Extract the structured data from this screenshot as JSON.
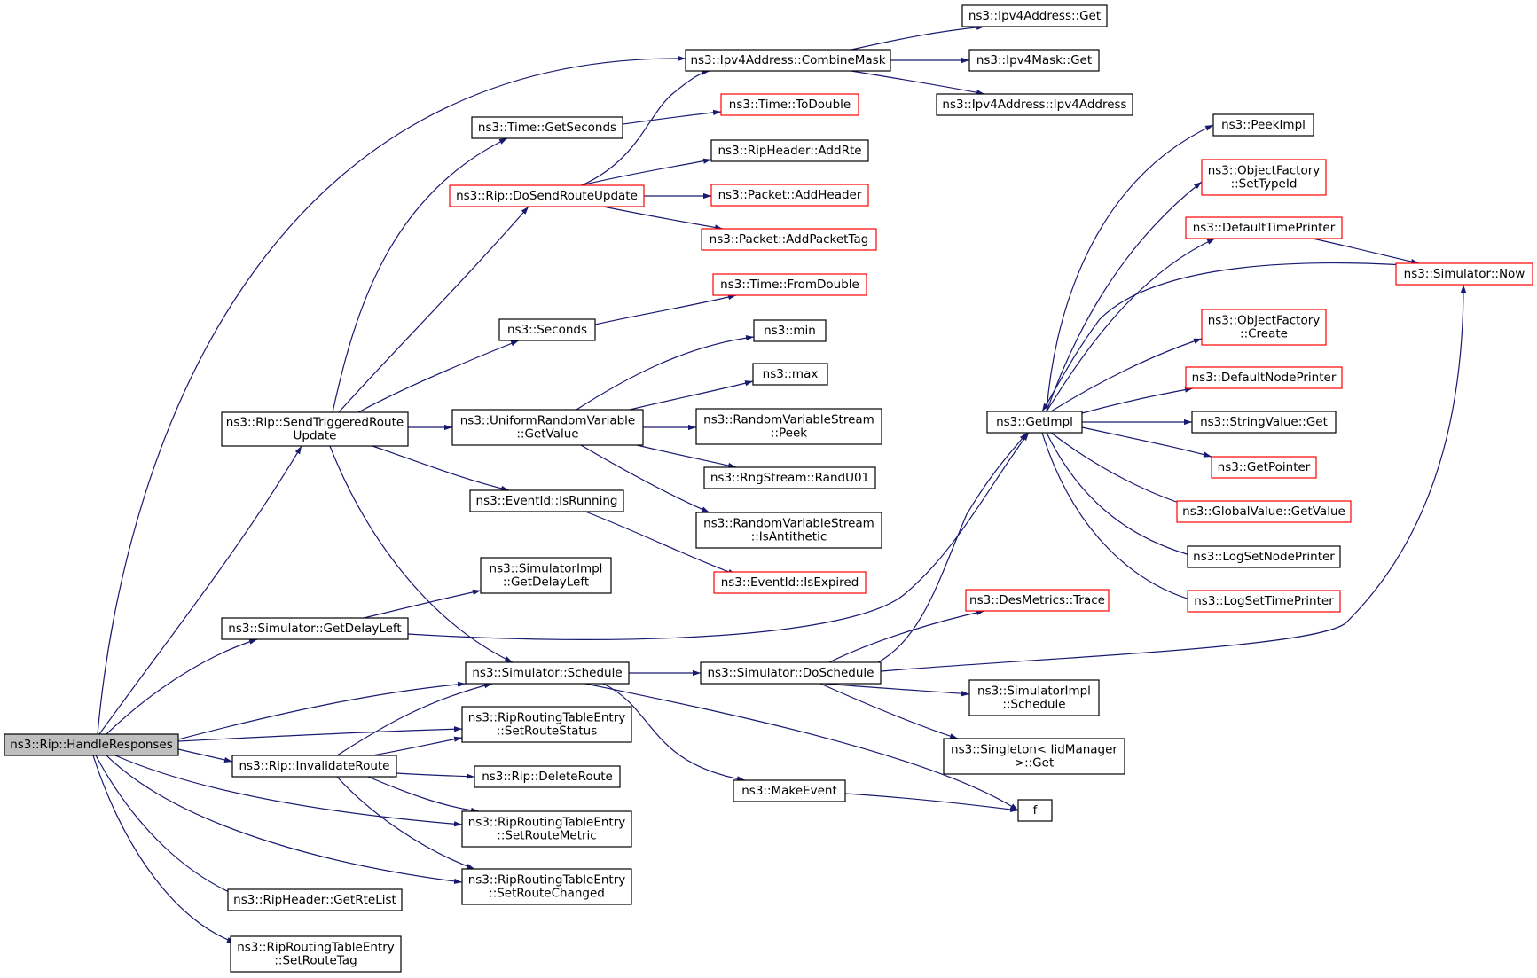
{
  "colors": {
    "edge": "#191970",
    "root_fill": "#bfbfbf",
    "node_border": "#000000",
    "undocumented_node_border": "#ff0000"
  },
  "nodes": [
    {
      "id": "handleResponses",
      "lines": [
        "ns3::Rip::HandleResponses"
      ],
      "style": "root"
    },
    {
      "id": "sendTriggered",
      "lines": [
        "ns3::Rip::SendTriggeredRoute",
        "Update"
      ],
      "style": "normal"
    },
    {
      "id": "simGetDelayLeft",
      "lines": [
        "ns3::Simulator::GetDelayLeft"
      ],
      "style": "normal"
    },
    {
      "id": "invalidateRoute",
      "lines": [
        "ns3::Rip::InvalidateRoute"
      ],
      "style": "normal"
    },
    {
      "id": "getRteList",
      "lines": [
        "ns3::RipHeader::GetRteList"
      ],
      "style": "normal"
    },
    {
      "id": "setRouteTag",
      "lines": [
        "ns3::RipRoutingTableEntry",
        "::SetRouteTag"
      ],
      "style": "normal"
    },
    {
      "id": "timeGetSeconds",
      "lines": [
        "ns3::Time::GetSeconds"
      ],
      "style": "normal"
    },
    {
      "id": "doSendRouteUpdate",
      "lines": [
        "ns3::Rip::DoSendRouteUpdate"
      ],
      "style": "red"
    },
    {
      "id": "seconds",
      "lines": [
        "ns3::Seconds"
      ],
      "style": "normal"
    },
    {
      "id": "uniformGetValue",
      "lines": [
        "ns3::UniformRandomVariable",
        "::GetValue"
      ],
      "style": "normal"
    },
    {
      "id": "eventIsRunning",
      "lines": [
        "ns3::EventId::IsRunning"
      ],
      "style": "normal"
    },
    {
      "id": "simImplGetDelayLeft",
      "lines": [
        "ns3::SimulatorImpl",
        "::GetDelayLeft"
      ],
      "style": "normal"
    },
    {
      "id": "simSchedule",
      "lines": [
        "ns3::Simulator::Schedule"
      ],
      "style": "normal"
    },
    {
      "id": "setRouteStatus",
      "lines": [
        "ns3::RipRoutingTableEntry",
        "::SetRouteStatus"
      ],
      "style": "normal"
    },
    {
      "id": "deleteRoute",
      "lines": [
        "ns3::Rip::DeleteRoute"
      ],
      "style": "normal"
    },
    {
      "id": "setRouteMetric",
      "lines": [
        "ns3::RipRoutingTableEntry",
        "::SetRouteMetric"
      ],
      "style": "normal"
    },
    {
      "id": "setRouteChanged",
      "lines": [
        "ns3::RipRoutingTableEntry",
        "::SetRouteChanged"
      ],
      "style": "normal"
    },
    {
      "id": "combineMask",
      "lines": [
        "ns3::Ipv4Address::CombineMask"
      ],
      "style": "normal"
    },
    {
      "id": "timeToDouble",
      "lines": [
        "ns3::Time::ToDouble"
      ],
      "style": "red"
    },
    {
      "id": "addRte",
      "lines": [
        "ns3::RipHeader::AddRte"
      ],
      "style": "normal"
    },
    {
      "id": "addHeader",
      "lines": [
        "ns3::Packet::AddHeader"
      ],
      "style": "red"
    },
    {
      "id": "addPacketTag",
      "lines": [
        "ns3::Packet::AddPacketTag"
      ],
      "style": "red"
    },
    {
      "id": "fromDouble",
      "lines": [
        "ns3::Time::FromDouble"
      ],
      "style": "red"
    },
    {
      "id": "min",
      "lines": [
        "ns3::min"
      ],
      "style": "normal"
    },
    {
      "id": "max",
      "lines": [
        "ns3::max"
      ],
      "style": "normal"
    },
    {
      "id": "rvsPeek",
      "lines": [
        "ns3::RandomVariableStream",
        "::Peek"
      ],
      "style": "normal"
    },
    {
      "id": "randU01",
      "lines": [
        "ns3::RngStream::RandU01"
      ],
      "style": "normal"
    },
    {
      "id": "isAntithetic",
      "lines": [
        "ns3::RandomVariableStream",
        "::IsAntithetic"
      ],
      "style": "normal"
    },
    {
      "id": "isExpired",
      "lines": [
        "ns3::EventId::IsExpired"
      ],
      "style": "red"
    },
    {
      "id": "doSchedule",
      "lines": [
        "ns3::Simulator::DoSchedule"
      ],
      "style": "normal"
    },
    {
      "id": "makeEvent",
      "lines": [
        "ns3::MakeEvent"
      ],
      "style": "normal"
    },
    {
      "id": "ipv4AddrGet",
      "lines": [
        "ns3::Ipv4Address::Get"
      ],
      "style": "normal"
    },
    {
      "id": "ipv4MaskGet",
      "lines": [
        "ns3::Ipv4Mask::Get"
      ],
      "style": "normal"
    },
    {
      "id": "ipv4AddrCtor",
      "lines": [
        "ns3::Ipv4Address::Ipv4Address"
      ],
      "style": "normal"
    },
    {
      "id": "getImpl",
      "lines": [
        "ns3::GetImpl"
      ],
      "style": "normal"
    },
    {
      "id": "desMetricsTrace",
      "lines": [
        "ns3::DesMetrics::Trace"
      ],
      "style": "red"
    },
    {
      "id": "simImplSchedule",
      "lines": [
        "ns3::SimulatorImpl",
        "::Schedule"
      ],
      "style": "normal"
    },
    {
      "id": "singletonGet",
      "lines": [
        "ns3::Singleton< IidManager",
        ">::Get"
      ],
      "style": "normal"
    },
    {
      "id": "f",
      "lines": [
        "f"
      ],
      "style": "normal"
    },
    {
      "id": "peekImpl",
      "lines": [
        "ns3::PeekImpl"
      ],
      "style": "normal"
    },
    {
      "id": "setTypeId",
      "lines": [
        "ns3::ObjectFactory",
        "::SetTypeId"
      ],
      "style": "red"
    },
    {
      "id": "defaultTimePrinter",
      "lines": [
        "ns3::DefaultTimePrinter"
      ],
      "style": "red"
    },
    {
      "id": "ofCreate",
      "lines": [
        "ns3::ObjectFactory",
        "::Create"
      ],
      "style": "red"
    },
    {
      "id": "defaultNodePrinter",
      "lines": [
        "ns3::DefaultNodePrinter"
      ],
      "style": "red"
    },
    {
      "id": "stringValueGet",
      "lines": [
        "ns3::StringValue::Get"
      ],
      "style": "normal"
    },
    {
      "id": "getPointer",
      "lines": [
        "ns3::GetPointer"
      ],
      "style": "red"
    },
    {
      "id": "globalValueGetValue",
      "lines": [
        "ns3::GlobalValue::GetValue"
      ],
      "style": "red"
    },
    {
      "id": "logSetNodePrinter",
      "lines": [
        "ns3::LogSetNodePrinter"
      ],
      "style": "normal"
    },
    {
      "id": "logSetTimePrinter",
      "lines": [
        "ns3::LogSetTimePrinter"
      ],
      "style": "red"
    },
    {
      "id": "simNow",
      "lines": [
        "ns3::Simulator::Now"
      ],
      "style": "red"
    }
  ],
  "edges": [
    [
      "handleResponses",
      "combineMask"
    ],
    [
      "handleResponses",
      "sendTriggered"
    ],
    [
      "handleResponses",
      "simGetDelayLeft"
    ],
    [
      "handleResponses",
      "simSchedule"
    ],
    [
      "handleResponses",
      "setRouteStatus"
    ],
    [
      "handleResponses",
      "invalidateRoute"
    ],
    [
      "handleResponses",
      "setRouteMetric"
    ],
    [
      "handleResponses",
      "setRouteChanged"
    ],
    [
      "handleResponses",
      "getRteList"
    ],
    [
      "handleResponses",
      "setRouteTag"
    ],
    [
      "sendTriggered",
      "timeGetSeconds"
    ],
    [
      "sendTriggered",
      "doSendRouteUpdate"
    ],
    [
      "sendTriggered",
      "seconds"
    ],
    [
      "sendTriggered",
      "uniformGetValue"
    ],
    [
      "sendTriggered",
      "eventIsRunning"
    ],
    [
      "sendTriggered",
      "simSchedule"
    ],
    [
      "timeGetSeconds",
      "timeToDouble"
    ],
    [
      "doSendRouteUpdate",
      "combineMask"
    ],
    [
      "doSendRouteUpdate",
      "addRte"
    ],
    [
      "doSendRouteUpdate",
      "addHeader"
    ],
    [
      "doSendRouteUpdate",
      "addPacketTag"
    ],
    [
      "seconds",
      "fromDouble"
    ],
    [
      "uniformGetValue",
      "min"
    ],
    [
      "uniformGetValue",
      "max"
    ],
    [
      "uniformGetValue",
      "rvsPeek"
    ],
    [
      "uniformGetValue",
      "randU01"
    ],
    [
      "uniformGetValue",
      "isAntithetic"
    ],
    [
      "eventIsRunning",
      "isExpired"
    ],
    [
      "simGetDelayLeft",
      "simImplGetDelayLeft"
    ],
    [
      "simGetDelayLeft",
      "getImpl"
    ],
    [
      "simSchedule",
      "doSchedule"
    ],
    [
      "simSchedule",
      "makeEvent"
    ],
    [
      "simSchedule",
      "f"
    ],
    [
      "invalidateRoute",
      "simSchedule"
    ],
    [
      "invalidateRoute",
      "setRouteStatus"
    ],
    [
      "invalidateRoute",
      "deleteRoute"
    ],
    [
      "invalidateRoute",
      "setRouteMetric"
    ],
    [
      "invalidateRoute",
      "setRouteChanged"
    ],
    [
      "combineMask",
      "ipv4AddrGet"
    ],
    [
      "combineMask",
      "ipv4MaskGet"
    ],
    [
      "combineMask",
      "ipv4AddrCtor"
    ],
    [
      "doSchedule",
      "getImpl"
    ],
    [
      "doSchedule",
      "desMetricsTrace"
    ],
    [
      "doSchedule",
      "simImplSchedule"
    ],
    [
      "doSchedule",
      "singletonGet"
    ],
    [
      "doSchedule",
      "simNow"
    ],
    [
      "makeEvent",
      "f"
    ],
    [
      "getImpl",
      "peekImpl"
    ],
    [
      "getImpl",
      "setTypeId"
    ],
    [
      "getImpl",
      "defaultTimePrinter"
    ],
    [
      "getImpl",
      "ofCreate"
    ],
    [
      "getImpl",
      "defaultNodePrinter"
    ],
    [
      "getImpl",
      "stringValueGet"
    ],
    [
      "getImpl",
      "getPointer"
    ],
    [
      "getImpl",
      "globalValueGetValue"
    ],
    [
      "getImpl",
      "logSetNodePrinter"
    ],
    [
      "getImpl",
      "logSetTimePrinter"
    ],
    [
      "defaultTimePrinter",
      "simNow"
    ],
    [
      "simNow",
      "getImpl"
    ]
  ]
}
